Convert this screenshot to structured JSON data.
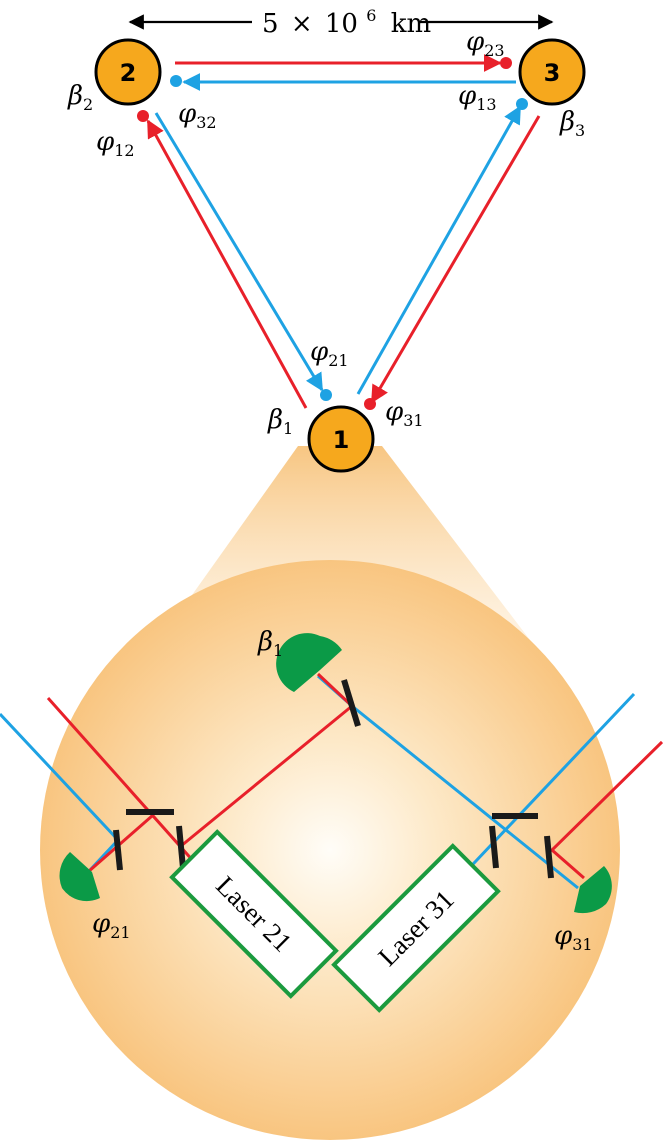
{
  "distance": {
    "number": "5",
    "times": "×",
    "base": "10",
    "exponent": "6",
    "unit": "km"
  },
  "spacecraft": [
    {
      "id": "1",
      "beta": "β",
      "beta_sub": "1"
    },
    {
      "id": "2",
      "beta": "β",
      "beta_sub": "2"
    },
    {
      "id": "3",
      "beta": "β",
      "beta_sub": "3"
    }
  ],
  "phase_labels": [
    {
      "sym": "φ",
      "sub": "12"
    },
    {
      "sym": "φ",
      "sub": "32"
    },
    {
      "sym": "φ",
      "sub": "23"
    },
    {
      "sym": "φ",
      "sub": "13"
    },
    {
      "sym": "φ",
      "sub": "21"
    },
    {
      "sym": "φ",
      "sub": "31"
    }
  ],
  "zoom": {
    "beta": "β",
    "beta_sub": "1",
    "phi_left": "φ",
    "phi_left_sub": "21",
    "phi_right": "φ",
    "phi_right_sub": "31",
    "laser_left": "Laser 21",
    "laser_right": "Laser 31"
  },
  "colors": {
    "red_beam": "#e8202a",
    "blue_beam": "#1ea2e3",
    "spacecraft_fill": "#f6a81d",
    "photodiode": "#0b9a47",
    "laser_box": "#1b9a3e"
  }
}
